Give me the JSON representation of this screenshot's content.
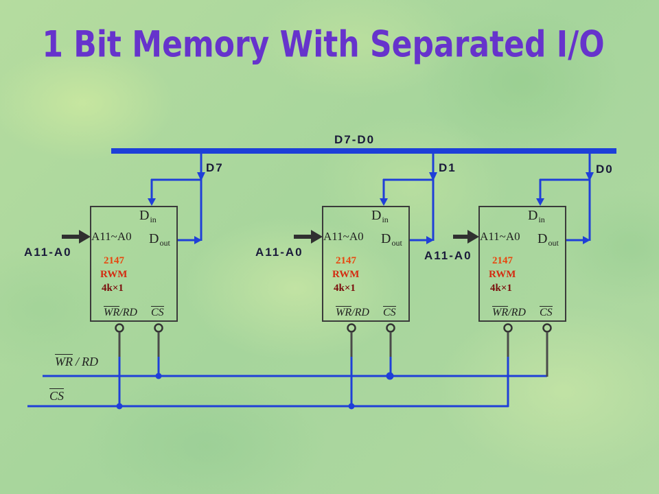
{
  "slide": {
    "title": "1 Bit Memory With Separated I/O"
  },
  "data_bus": {
    "label": "D7-D0"
  },
  "chips": [
    {
      "data_line": "D7",
      "address_bus": "A11-A0",
      "din": {
        "letter": "D",
        "sub": "in"
      },
      "dout": {
        "letter": "D",
        "sub": "out"
      },
      "address_pins": "A11~A0",
      "part_number": "2147",
      "memory_type": "RWM",
      "organization": "4k×1",
      "wr_pin": "WR",
      "wr_sep": "/",
      "rd_pin": "RD",
      "cs_pin": "CS"
    },
    {
      "data_line": "D1",
      "address_bus": "A11-A0",
      "din": {
        "letter": "D",
        "sub": "in"
      },
      "dout": {
        "letter": "D",
        "sub": "out"
      },
      "address_pins": "A11~A0",
      "part_number": "2147",
      "memory_type": "RWM",
      "organization": "4k×1",
      "wr_pin": "WR",
      "wr_sep": "/",
      "rd_pin": "RD",
      "cs_pin": "CS"
    },
    {
      "data_line": "D0",
      "address_bus": "A11-A0",
      "din": {
        "letter": "D",
        "sub": "in"
      },
      "dout": {
        "letter": "D",
        "sub": "out"
      },
      "address_pins": "A11~A0",
      "part_number": "2147",
      "memory_type": "RWM",
      "organization": "4k×1",
      "wr_pin": "WR",
      "wr_sep": "/",
      "rd_pin": "RD",
      "cs_pin": "CS"
    }
  ],
  "control_lines": {
    "wr": "WR",
    "sep": "/",
    "rd": "RD",
    "cs": "CS"
  },
  "colors": {
    "title": "#6633cc",
    "bus": "#1d3fd8",
    "wire": "#1f3fd8",
    "pin_wire": "#4a4a4a",
    "part_number": "#e8460e",
    "memory_type": "#d42a10",
    "organization": "#7a0c0c",
    "label": "#1a1a3a"
  }
}
